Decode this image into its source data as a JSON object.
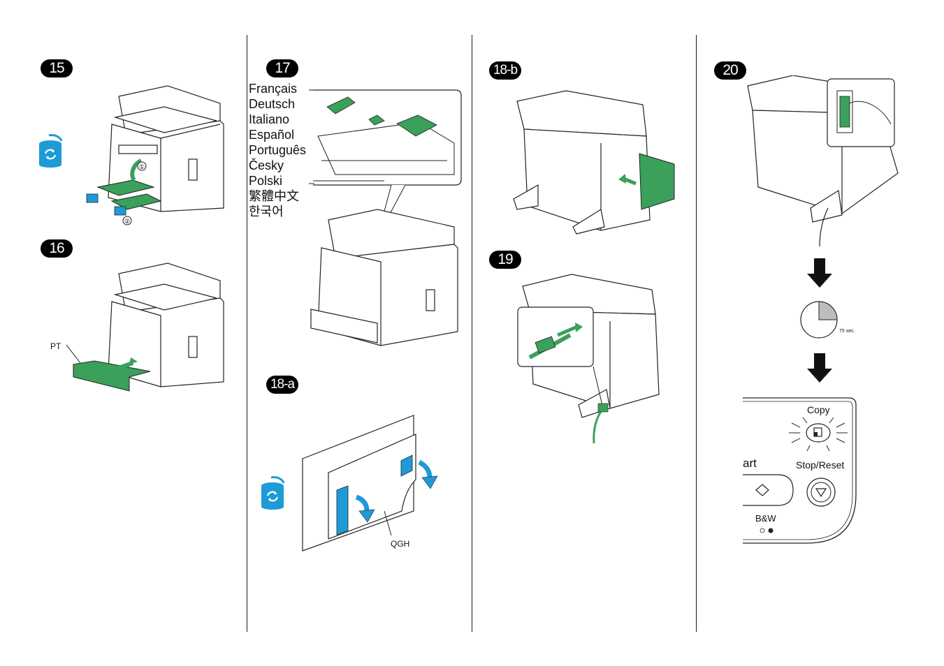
{
  "steps": {
    "s15": "15",
    "s16": "16",
    "s17": "17",
    "s18a": "18-a",
    "s18b": "18-b",
    "s19": "19",
    "s20": "20"
  },
  "step15": {
    "callout1": "①",
    "callout2": "②"
  },
  "step16": {
    "part_label": "PT"
  },
  "step17": {
    "languages": [
      "Français",
      "Deutsch",
      "Italiano",
      "Español",
      "Português",
      "Česky",
      "Polski",
      "繁體中文",
      "한국어"
    ]
  },
  "step18a": {
    "sheet_label": "QGH"
  },
  "step20": {
    "timer_label": "75 sec.",
    "copy_label": "Copy",
    "stop_reset_label": "Stop/Reset",
    "start_partial_label": "art",
    "bw_label": "B&W"
  },
  "colors": {
    "accent_green": "#3aa05a",
    "accent_blue": "#1e9bd7",
    "badge": "#000000"
  }
}
